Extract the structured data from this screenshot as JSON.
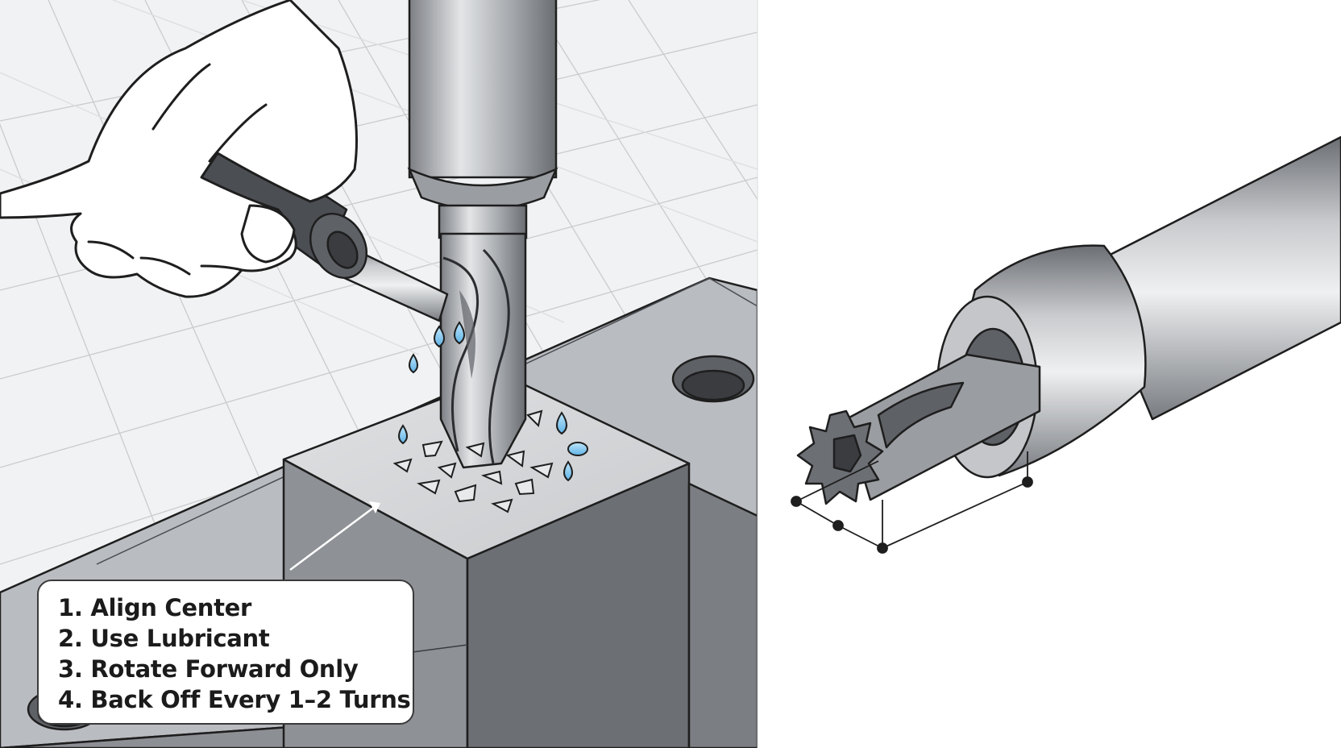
{
  "instructions": {
    "steps": [
      "1. Align Center",
      "2. Use Lubricant",
      "3. Rotate Forward Only",
      "4. Back Off Every 1–2 Turns"
    ]
  },
  "colors": {
    "steel_light": "#d9dbdd",
    "steel_mid": "#9a9da1",
    "steel_dark": "#5e6166",
    "outline": "#1e1e1e",
    "lubricant": "#7cc6ef",
    "grid_line": "#c9cbcd",
    "panel_background": "#f1f2f3"
  },
  "icons": [
    "hand-icon",
    "tap-wrench-icon",
    "lubricant-drop-icon",
    "metal-chip-icon",
    "screw-extractor-icon"
  ]
}
